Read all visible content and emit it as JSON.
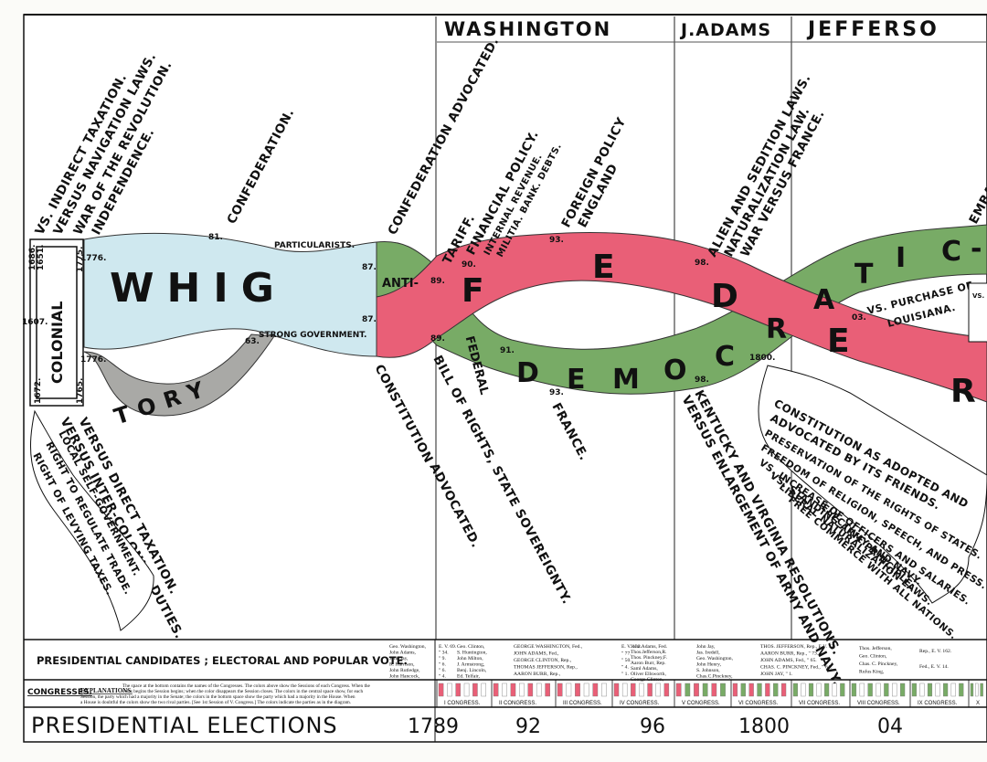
{
  "header": {
    "washington": "WASHINGTON",
    "adams": "J.ADAMS",
    "jefferson": "JEFFERSO"
  },
  "streams": {
    "whig": "WHIG",
    "tory": "TORY",
    "federal_big": [
      "F",
      "E",
      "D",
      "E",
      "R"
    ],
    "democratic_big": [
      "D",
      "E",
      "M",
      "O",
      "C",
      "R",
      "A",
      "T",
      "I",
      "C"
    ],
    "colonial": "COLONIAL",
    "anti": "ANTI-",
    "federal_small": "FEDERAL",
    "dem_dash": "-",
    "colors": {
      "whig": "#cfe8ef",
      "tory": "#a9a9a6",
      "federal": "#e95f77",
      "democratic": "#78ab66"
    }
  },
  "colonial_years": {
    "left_top": [
      "1686.",
      "1651."
    ],
    "right_top": "1775.",
    "y1776a": "1776.",
    "y1607": "1607.",
    "y1776b": "1776.",
    "left_bottom": "1672.",
    "right_bottom": "1765."
  },
  "years": {
    "y81": "81.",
    "y63": "63.",
    "y87a": "87.",
    "y87b": "87.",
    "y89a": "89.",
    "y89b": "89.",
    "y90": "90.",
    "y91": "91.",
    "y93a": "93.",
    "y93b": "93.",
    "y98a": "98.",
    "y98b": "98.",
    "y1800": "1800.",
    "y03": "03."
  },
  "labels": {
    "particularists": "PARTICULARISTS.",
    "strong_government": "STRONG GOVERNMENT.",
    "colonial_issues": [
      "VS. INDIRECT TAXATION.",
      "VERSUS NAVIGATION LAWS.",
      "WAR OF THE REVOLUTION.",
      "INDEPENDENCE."
    ],
    "confederation": "CONFEDERATION.",
    "confederation_advocated": "CONFEDERATION ADVOCATED.",
    "tariff": "TARIFF.",
    "financial": [
      "FINANCIAL POLICY.",
      "INTERNAL REVENUE.",
      "MILITIA. BANK. DEBTS."
    ],
    "foreign_policy": [
      "FOREIGN POLICY",
      "ENGLAND"
    ],
    "alien": [
      "ALIEN AND SEDITION LAWS.",
      "NATURALIZATION LAW.",
      "WAR VERSUS FRANCE."
    ],
    "embargo": "EMBAR",
    "purchase": [
      "VS. PURCHASE OF",
      "LOUISIANA."
    ],
    "vs_box": "VS.",
    "versus_direct": [
      "VERSUS DIRECT TAXATION.",
      "VERSUS INTER-COLONIAL DUTIES."
    ],
    "local_self": [
      "LOCAL SELF-GOVERNMENT.",
      "RIGHT TO REGULATE TRADE.",
      "RIGHT OF LEVYING TAXES."
    ],
    "constitution_advocated": [
      "CONSTITUTION",
      "ADVOCATED."
    ],
    "bill_of_rights": "BILL OF RIGHTS, STATE SOVEREIGNTY.",
    "france": "FRANCE.",
    "kentucky": [
      "KENTUCKY AND VIRGINIA RESOLUTIONS.",
      "VERSUS ENLARGEMENT OF ARMY AND NAVY."
    ],
    "constitution_friends": [
      "CONSTITUTION AS ADOPTED AND",
      "ADVOCATED BY ITS FRIENDS.",
      "PRESERVATION OF THE RIGHTS OF STATES.",
      "FREEDOM OF RELIGION, SPEECH, AND PRESS.",
      "VS. INCREASE OF OFFICERS AND SALARIES.",
      "VS. STANDING ARMY AND NAVY.",
      "LIBERAL NATURALIZATION LAWS.",
      "FREE COMMERCE WITH ALL NATIONS.",
      "ELECTIVE PRINCIPLE."
    ]
  },
  "footer": {
    "candidates_title": "PRESIDENTIAL CANDIDATES ; ELECTORAL AND POPULAR VOTE.",
    "congresses": "CONGRESSES.",
    "explanations": "EXPLANATIONS.",
    "explanation_text": [
      "The space at the bottom contains the names of the Congresses. The colors above show the Sessions of each Congress. When the",
      "color begins the Session begins; when the color disappears the Session closes. The colors in the central space show, for each",
      "Session, the party which had a majority in the Senate; the colors in the bottom space show the party which had a majority in the House. When",
      "a House is doubtful the colors show the two rival parties. [See 1st Session of V. Congress.]  The colors indicate the parties as in the diagram."
    ],
    "elections_title": "PRESIDENTIAL ELECTIONS",
    "election_years": [
      "1789",
      "92",
      "96",
      "1800",
      "04"
    ],
    "congress_names": [
      "I CONGRESS.",
      "II CONGRESS.",
      "III CONGRESS.",
      "IV CONGRESS.",
      "V CONGRESS.",
      "VI CONGRESS.",
      "VII CONGRESS.",
      "VIII CONGRESS.",
      "IX CONGRESS.",
      "X"
    ],
    "candidates_1789": [
      "Geo. Washington,",
      "John Adams,",
      "John Jay,",
      "R. Harrison,",
      "John Rutledge,",
      "John Hancock,"
    ],
    "candidates_1789_ev": [
      "E. V. 69.",
      "\" 34.",
      "\" 9.",
      "\" 6.",
      "\" 6.",
      "\" 4."
    ],
    "candidates_1789b": [
      "Geo. Clinton,",
      "S. Huntington,",
      "John Milton,",
      "J. Armstrong,",
      "Benj. Lincoln,",
      "Ed. Telfair,"
    ],
    "candidates_1792": [
      "GEORGE WASHINGTON, Fed.,",
      "JOHN ADAMS, Fed.,",
      "GEORGE CLINTON, Rep.,",
      "THOMAS JEFFERSON, Rep.,",
      "AARON BURR, Rep.,"
    ],
    "candidates_1792_ev": [
      "E. V. 132.",
      "\" 77.",
      "\" 50.",
      "\" 4.",
      "\" 1."
    ],
    "candidates_1796": [
      "John Adams, Fed.",
      "Thos.Jefferson,R.",
      "Thos. Pinckney,F.",
      "Aaron Burr, Rep.",
      "Saml Adams,",
      "Oliver Ellsworth,",
      "George Clinton,"
    ],
    "candidates_1796b": [
      "John Jay,",
      "Jas. Iredell,",
      "Geo. Washington,",
      "John Henry,",
      "S. Johnson,",
      "Chas.C.Pinckney,"
    ],
    "candidates_1800": [
      "THOS. JEFFERSON, Rep., E.V. 73.",
      "AARON BURR, Rep.,    \" 73.",
      "JOHN ADAMS, Fed.,    \" 65.",
      "CHAS. C. PINCKNEY, Fed., \" 64.",
      "JOHN JAY,    \" 1."
    ],
    "candidates_1804": [
      "Thos. Jefferson,",
      "Geo. Clinton,",
      "Chas. C. Pinckney,",
      "Rufus King,"
    ],
    "candidates_1804_ev": [
      "Rep., E. V. 162.",
      "Fed., E. V. 14."
    ]
  }
}
